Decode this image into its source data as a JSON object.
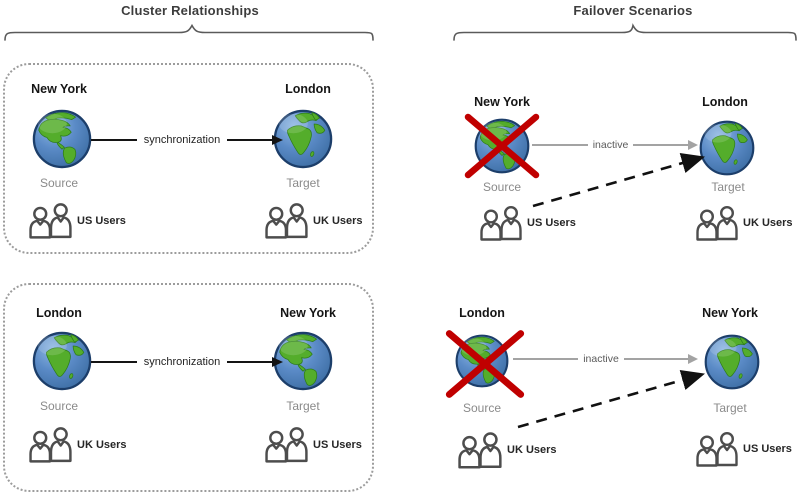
{
  "header": {
    "cluster_title": "Cluster Relationships",
    "failover_title": "Failover Scenarios"
  },
  "panels": [
    {
      "section": "Cluster Relationships",
      "source": {
        "city": "New York",
        "role": "Source",
        "users_label": "US Users",
        "globe": "americas",
        "failed": false
      },
      "target": {
        "city": "London",
        "role": "Target",
        "users_label": "UK Users",
        "globe": "africa"
      },
      "link": {
        "label": "synchronization",
        "state": "active"
      },
      "failover_arrow": false
    },
    {
      "section": "Cluster Relationships",
      "source": {
        "city": "London",
        "role": "Source",
        "users_label": "UK Users",
        "globe": "africa",
        "failed": false
      },
      "target": {
        "city": "New York",
        "role": "Target",
        "users_label": "US Users",
        "globe": "americas"
      },
      "link": {
        "label": "synchronization",
        "state": "active"
      },
      "failover_arrow": false
    },
    {
      "section": "Failover Scenarios",
      "source": {
        "city": "New York",
        "role": "Source",
        "users_label": "US Users",
        "globe": "americas",
        "failed": true
      },
      "target": {
        "city": "London",
        "role": "Target",
        "users_label": "UK Users",
        "globe": "africa"
      },
      "link": {
        "label": "inactive",
        "state": "inactive"
      },
      "failover_arrow": true
    },
    {
      "section": "Failover Scenarios",
      "source": {
        "city": "London",
        "role": "Source",
        "users_label": "UK Users",
        "globe": "americas",
        "failed": true
      },
      "target": {
        "city": "New York",
        "role": "Target",
        "users_label": "US Users",
        "globe": "africa"
      },
      "link": {
        "label": "inactive",
        "state": "inactive"
      },
      "failover_arrow": true
    }
  ],
  "colors": {
    "globe_ocean": "#4d80c0",
    "globe_land": "#54ad2b",
    "failed_cross_red": "#c00000",
    "active_arrow_black": "#141414",
    "inactive_arrow_gray": "#a3a3a3",
    "role_label_gray": "#8a8a8a",
    "box_border_gray": "#9c9c9c"
  }
}
